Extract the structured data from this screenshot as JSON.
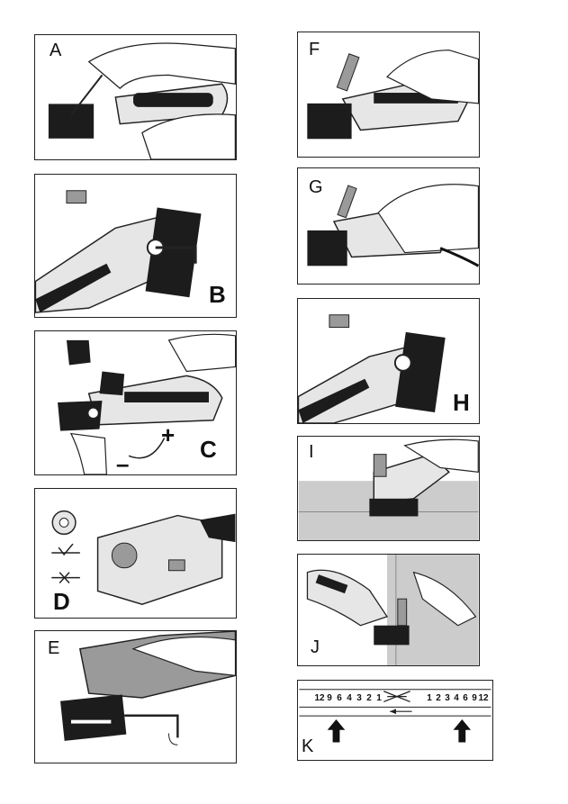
{
  "panels": {
    "A": "A",
    "B": "B",
    "C": "C",
    "C_plus": "+",
    "C_minus": "–",
    "D": "D",
    "E": "E",
    "F": "F",
    "G": "G",
    "H": "H",
    "I": "I",
    "J": "J",
    "K": "K"
  },
  "scale": {
    "left": [
      "12",
      "9",
      "6",
      "4",
      "3",
      "2",
      "1"
    ],
    "right": [
      "1",
      "2",
      "3",
      "4",
      "6",
      "9",
      "12"
    ]
  },
  "colors": {
    "tool_dark": "#1c1c1c",
    "tool_mid": "#9a9a9a",
    "tool_light": "#e6e6e6",
    "line": "#222222"
  }
}
